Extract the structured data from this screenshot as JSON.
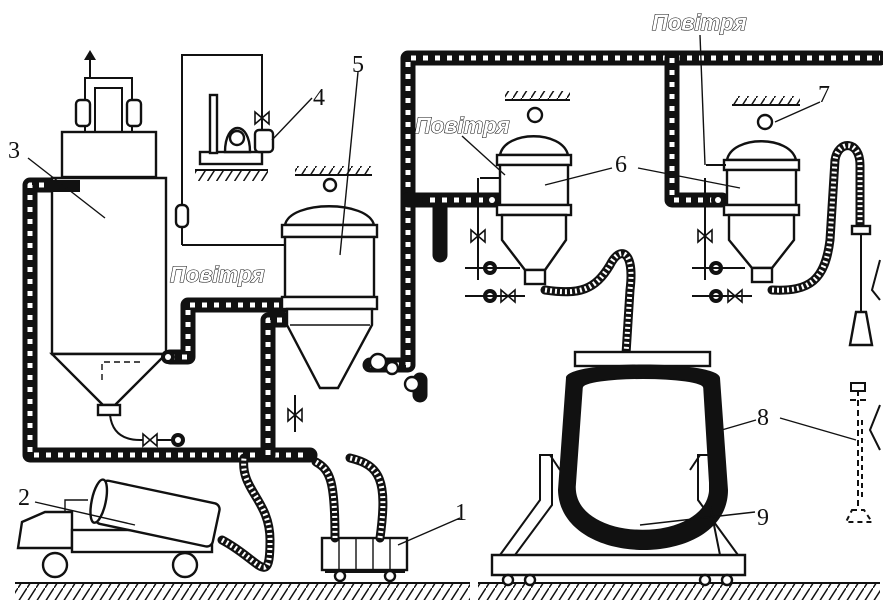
{
  "labels": {
    "n1": "1",
    "n2": "2",
    "n3": "3",
    "n4": "4",
    "n5": "5",
    "n6": "6",
    "n7": "7",
    "n8": "8",
    "n9": "9"
  },
  "air": {
    "a1": "Повітря",
    "a2": "Повітря",
    "a3": "Повітря"
  }
}
